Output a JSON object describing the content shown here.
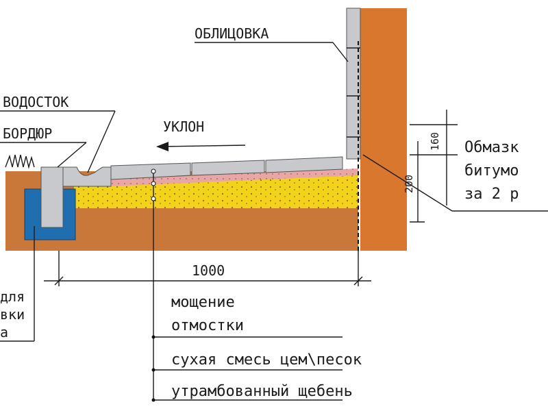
{
  "labels": {
    "cladding": "ОБЛИЦОВКА",
    "gutter": "ВОДОСТОК",
    "curb": "БОРДЮР",
    "slope": "УКЛОН",
    "dim_width": "1000",
    "dim_160": "160",
    "dim_200": "200",
    "bitumen_line1": "Обмазк",
    "bitumen_line2": "битумо",
    "bitumen_line3": "за 2 р",
    "left_line1": "для",
    "left_line2": "вки",
    "left_line3": "а",
    "layer_paving_1": "мощение",
    "layer_paving_2": "отмостки",
    "layer_mix": "сухая смесь цем\\песок",
    "layer_gravel": "утрамбованный щебень"
  },
  "colors": {
    "soil": "#c9783a",
    "wall": "#d9772e",
    "sand": "#f2d21b",
    "drain": "#1f6fb0",
    "tile": "#c8c9cc",
    "membrane": "#e9a6a6",
    "grass": "#3a3a3a"
  }
}
